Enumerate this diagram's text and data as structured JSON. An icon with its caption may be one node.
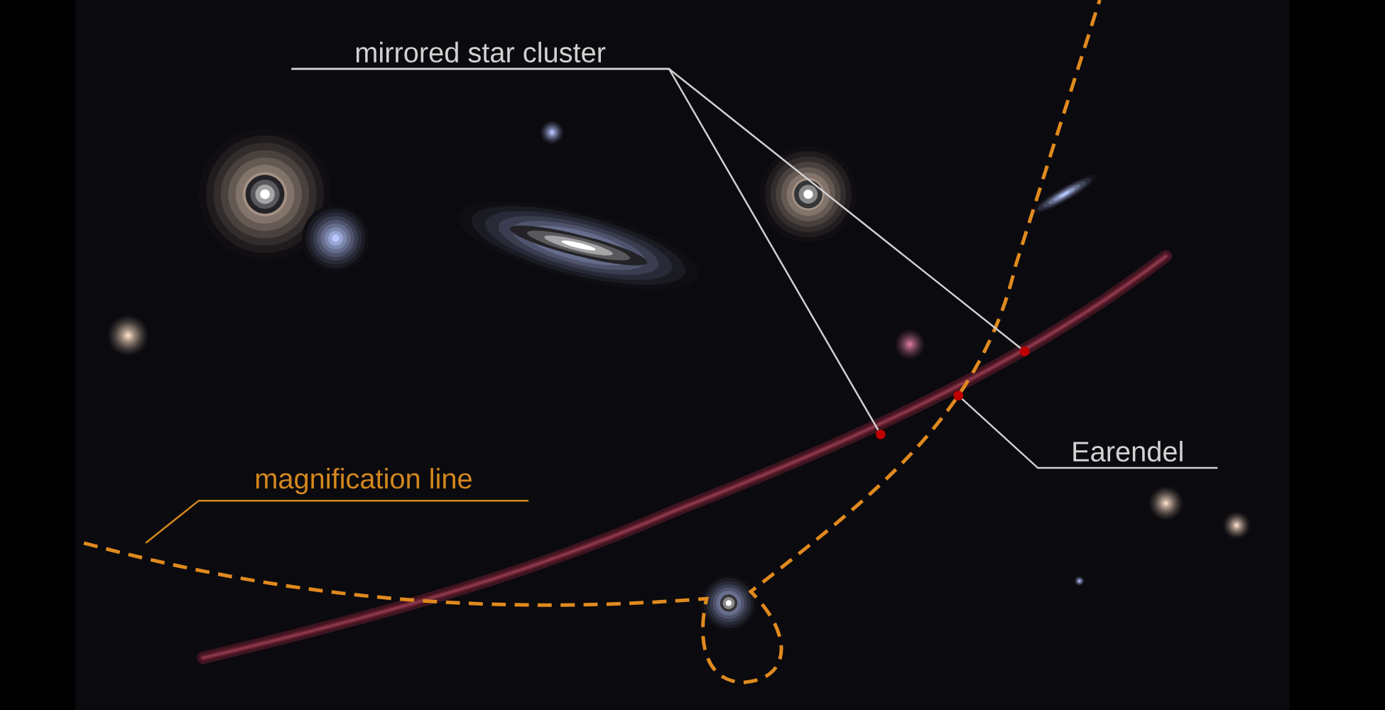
{
  "diagram": {
    "nodes": [
      {
        "text": [
          "mirrored star cluster"
        ]
      },
      {
        "text": [],
        "shape": "circle"
      },
      {
        "text": [],
        "shape": "circle"
      },
      {
        "text": [
          "Earendel"
        ]
      },
      {
        "text": [],
        "shape": "circle"
      },
      {
        "text": [
          "magnification line"
        ]
      }
    ],
    "edges": [
      {
        "from": 0,
        "to": 1,
        "arrow": "none"
      },
      {
        "from": 0,
        "to": 2,
        "arrow": "none"
      },
      {
        "from": 3,
        "to": 4,
        "arrow": "none"
      },
      {
        "from": 5,
        "to": null,
        "arrow": "none",
        "color": "#d4881e"
      }
    ]
  }
}
